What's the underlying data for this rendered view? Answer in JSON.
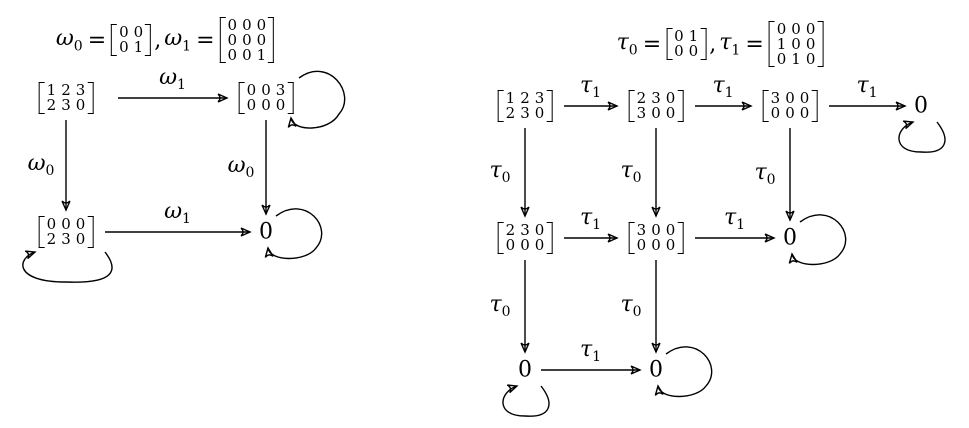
{
  "defs": [
    {
      "id": "omega-defs",
      "items": [
        {
          "symbol": "ω",
          "sub": "0",
          "rows": [
            [
              "0",
              "0"
            ],
            [
              "0",
              "1"
            ]
          ]
        },
        {
          "symbol": "ω",
          "sub": "1",
          "rows": [
            [
              "0",
              "0",
              "0"
            ],
            [
              "0",
              "0",
              "0"
            ],
            [
              "0",
              "0",
              "1"
            ]
          ]
        }
      ]
    },
    {
      "id": "tau-defs",
      "items": [
        {
          "symbol": "τ",
          "sub": "0",
          "rows": [
            [
              "0",
              "1"
            ],
            [
              "0",
              "0"
            ]
          ]
        },
        {
          "symbol": "τ",
          "sub": "1",
          "rows": [
            [
              "0",
              "0",
              "0"
            ],
            [
              "1",
              "0",
              "0"
            ],
            [
              "0",
              "1",
              "0"
            ]
          ]
        }
      ]
    }
  ],
  "nodes": [
    {
      "id": "L1",
      "rows": [
        [
          "1",
          "2",
          "3"
        ],
        [
          "2",
          "3",
          "0"
        ]
      ]
    },
    {
      "id": "L2",
      "rows": [
        [
          "0",
          "0",
          "3"
        ],
        [
          "0",
          "0",
          "0"
        ]
      ]
    },
    {
      "id": "L3",
      "rows": [
        [
          "0",
          "0",
          "0"
        ],
        [
          "2",
          "3",
          "0"
        ]
      ]
    },
    {
      "id": "L4",
      "text": "0"
    },
    {
      "id": "R1",
      "rows": [
        [
          "1",
          "2",
          "3"
        ],
        [
          "2",
          "3",
          "0"
        ]
      ]
    },
    {
      "id": "R2",
      "rows": [
        [
          "2",
          "3",
          "0"
        ],
        [
          "3",
          "0",
          "0"
        ]
      ]
    },
    {
      "id": "R3",
      "rows": [
        [
          "3",
          "0",
          "0"
        ],
        [
          "0",
          "0",
          "0"
        ]
      ]
    },
    {
      "id": "R4",
      "text": "0"
    },
    {
      "id": "R5",
      "rows": [
        [
          "2",
          "3",
          "0"
        ],
        [
          "0",
          "0",
          "0"
        ]
      ]
    },
    {
      "id": "R6",
      "rows": [
        [
          "3",
          "0",
          "0"
        ],
        [
          "0",
          "0",
          "0"
        ]
      ]
    },
    {
      "id": "R7",
      "text": "0"
    },
    {
      "id": "R8",
      "text": "0"
    },
    {
      "id": "R9",
      "text": "0"
    }
  ],
  "edges": [
    {
      "from": "L1",
      "to": "L2",
      "symbol": "ω",
      "sub": "1"
    },
    {
      "from": "L1",
      "to": "L3",
      "symbol": "ω",
      "sub": "0"
    },
    {
      "from": "L2",
      "to": "L4",
      "symbol": "ω",
      "sub": "0"
    },
    {
      "from": "L3",
      "to": "L4",
      "symbol": "ω",
      "sub": "1"
    },
    {
      "from": "R1",
      "to": "R2",
      "symbol": "τ",
      "sub": "1"
    },
    {
      "from": "R2",
      "to": "R3",
      "symbol": "τ",
      "sub": "1"
    },
    {
      "from": "R3",
      "to": "R4",
      "symbol": "τ",
      "sub": "1"
    },
    {
      "from": "R1",
      "to": "R5",
      "symbol": "τ",
      "sub": "0"
    },
    {
      "from": "R2",
      "to": "R6",
      "symbol": "τ",
      "sub": "0"
    },
    {
      "from": "R3",
      "to": "R7",
      "symbol": "τ",
      "sub": "0"
    },
    {
      "from": "R5",
      "to": "R6",
      "symbol": "τ",
      "sub": "1"
    },
    {
      "from": "R6",
      "to": "R7",
      "symbol": "τ",
      "sub": "1"
    },
    {
      "from": "R5",
      "to": "R8",
      "symbol": "τ",
      "sub": "0"
    },
    {
      "from": "R6",
      "to": "R9",
      "symbol": "τ",
      "sub": "0"
    },
    {
      "from": "R8",
      "to": "R9",
      "symbol": "τ",
      "sub": "1"
    }
  ],
  "loops": [
    {
      "node": "L2"
    },
    {
      "node": "L3"
    },
    {
      "node": "L4"
    },
    {
      "node": "R4"
    },
    {
      "node": "R7"
    },
    {
      "node": "R8"
    },
    {
      "node": "R9"
    }
  ]
}
